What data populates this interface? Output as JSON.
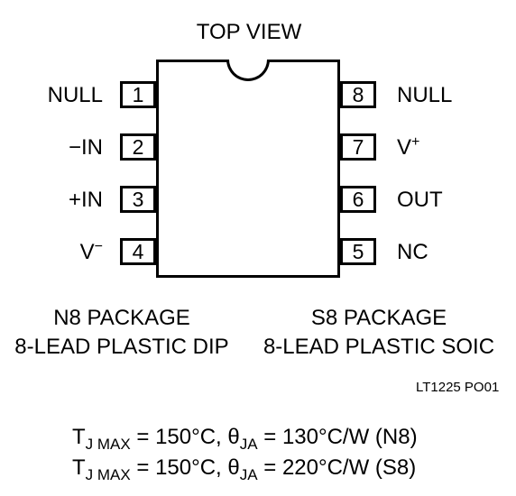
{
  "diagram": {
    "view_title": "TOP VIEW",
    "left_pins": [
      {
        "number": "1",
        "label": "NULL"
      },
      {
        "number": "2",
        "label": "−IN"
      },
      {
        "number": "3",
        "label": "+IN"
      },
      {
        "number": "4",
        "label": "V",
        "sup": "−"
      }
    ],
    "right_pins": [
      {
        "number": "8",
        "label": "NULL"
      },
      {
        "number": "7",
        "label": "V",
        "sup": "+"
      },
      {
        "number": "6",
        "label": "OUT"
      },
      {
        "number": "5",
        "label": "NC"
      }
    ],
    "n8": {
      "line1": "N8 PACKAGE",
      "line2": "8-LEAD PLASTIC DIP"
    },
    "s8": {
      "line1": "S8 PACKAGE",
      "line2": "8-LEAD PLASTIC SOIC"
    },
    "figure_id": "LT1225 PO01",
    "thermal": [
      {
        "t": "T",
        "t_sub": "J MAX",
        "temp": " = 150°C, ",
        "theta": "θ",
        "theta_sub": "JA",
        "value": " = 130°C/W (N8)"
      },
      {
        "t": "T",
        "t_sub": "J MAX",
        "temp": " = 150°C, ",
        "theta": "θ",
        "theta_sub": "JA",
        "value": " = 220°C/W (S8)"
      }
    ]
  }
}
